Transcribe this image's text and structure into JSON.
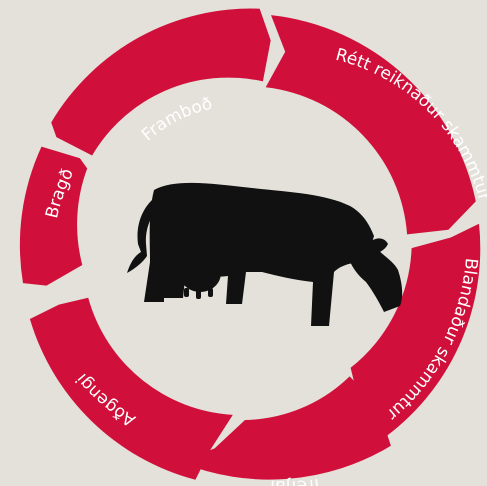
{
  "diagram": {
    "background_color": "#e4e0da",
    "segment_color": "#d0103a",
    "label_color": "#ffffff",
    "center_icon": {
      "name": "cow-grazing-icon",
      "color": "#111111"
    },
    "segments": [
      {
        "id": "frambod",
        "label": "Framboð"
      },
      {
        "id": "rett-reiknadur-skammtur",
        "label": "Rétt reiknaður skammtur"
      },
      {
        "id": "blandadur-skammtur",
        "label": "Blandaður skammtur"
      },
      {
        "id": "trefjar",
        "label": "Trefjar"
      },
      {
        "id": "adgengi",
        "label": "Aðgengi"
      },
      {
        "id": "bragd",
        "label": "Bragð"
      }
    ]
  }
}
